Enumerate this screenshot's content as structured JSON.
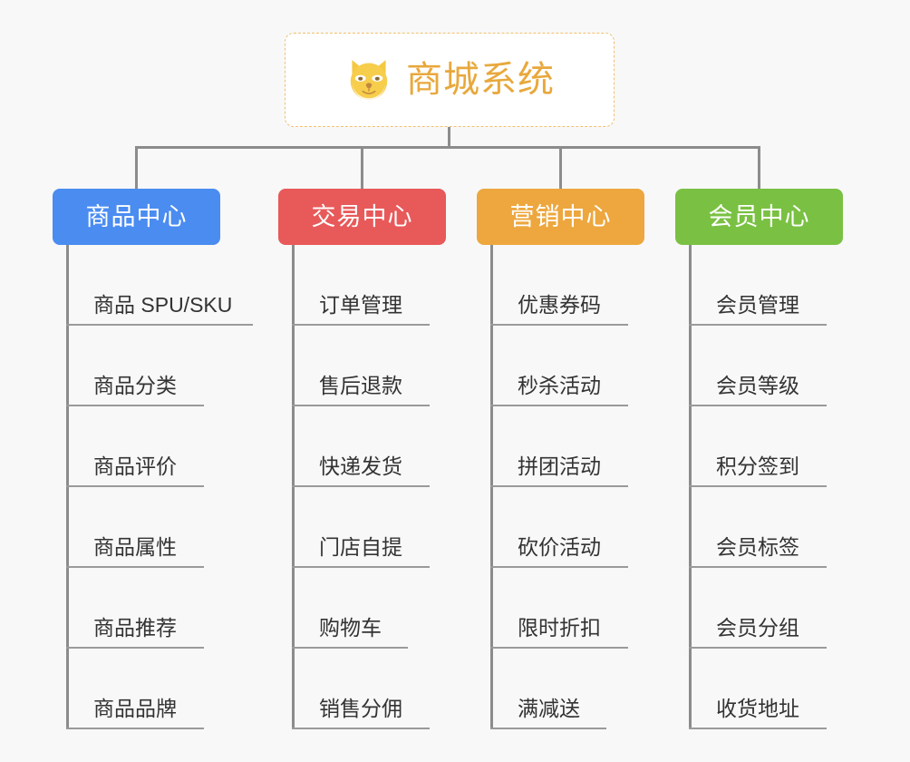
{
  "page": {
    "background_color": "#f8f8f8",
    "connector_color": "#8c8c8c"
  },
  "root": {
    "title": "商城系统",
    "icon": "shiba-dog-face-icon",
    "text_color": "#e8a83c",
    "border_color": "#f0c070",
    "background_color": "#ffffff"
  },
  "categories": [
    {
      "label": "商品中心",
      "color": "#4a8cf0",
      "items": [
        {
          "label": "商品 SPU/SKU",
          "rule_width": 206
        },
        {
          "label": "商品分类",
          "rule_width": 152
        },
        {
          "label": "商品评价",
          "rule_width": 152
        },
        {
          "label": "商品属性",
          "rule_width": 152
        },
        {
          "label": "商品推荐",
          "rule_width": 152
        },
        {
          "label": "商品品牌",
          "rule_width": 152
        }
      ]
    },
    {
      "label": "交易中心",
      "color": "#e8595a",
      "items": [
        {
          "label": "订单管理",
          "rule_width": 152
        },
        {
          "label": "售后退款",
          "rule_width": 152
        },
        {
          "label": "快递发货",
          "rule_width": 152
        },
        {
          "label": "门店自提",
          "rule_width": 152
        },
        {
          "label": "购物车",
          "rule_width": 128
        },
        {
          "label": "销售分佣",
          "rule_width": 152
        }
      ]
    },
    {
      "label": "营销中心",
      "color": "#eda73e",
      "items": [
        {
          "label": "优惠券码",
          "rule_width": 152
        },
        {
          "label": "秒杀活动",
          "rule_width": 152
        },
        {
          "label": "拼团活动",
          "rule_width": 152
        },
        {
          "label": "砍价活动",
          "rule_width": 152
        },
        {
          "label": "限时折扣",
          "rule_width": 152
        },
        {
          "label": "满减送",
          "rule_width": 128
        }
      ]
    },
    {
      "label": "会员中心",
      "color": "#7ac143",
      "items": [
        {
          "label": "会员管理",
          "rule_width": 152
        },
        {
          "label": "会员等级",
          "rule_width": 152
        },
        {
          "label": "积分签到",
          "rule_width": 152
        },
        {
          "label": "会员标签",
          "rule_width": 152
        },
        {
          "label": "会员分组",
          "rule_width": 152
        },
        {
          "label": "收货地址",
          "rule_width": 152
        }
      ]
    }
  ]
}
